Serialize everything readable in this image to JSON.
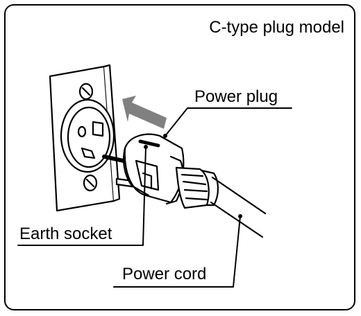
{
  "title": "C-type plug model",
  "labels": {
    "power_plug": "Power plug",
    "earth_socket": "Earth socket",
    "power_cord": "Power cord"
  },
  "colors": {
    "line": "#000000",
    "arrow": "#808080",
    "background": "#ffffff"
  }
}
